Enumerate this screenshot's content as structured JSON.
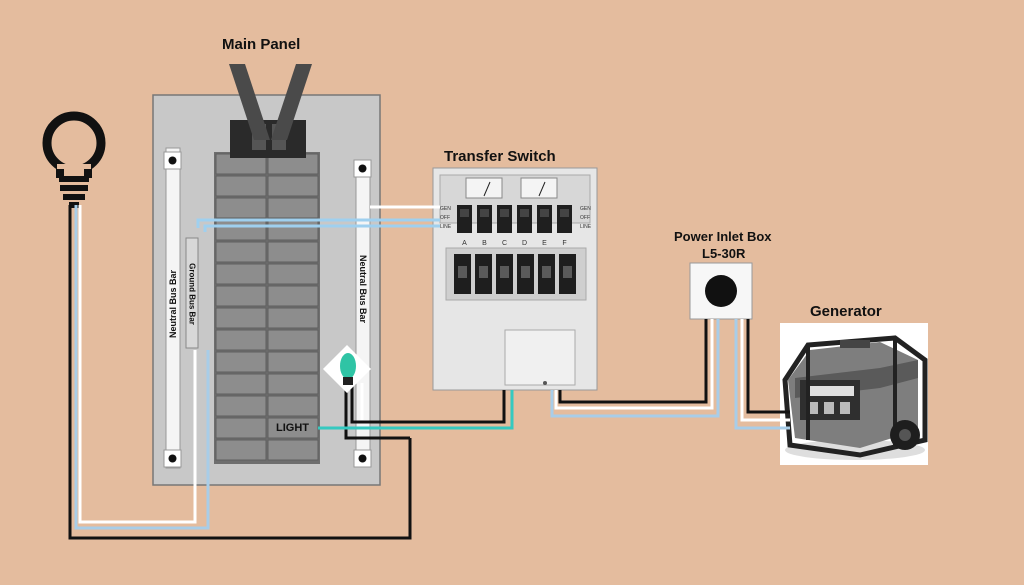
{
  "labels": {
    "main_panel": "Main Panel",
    "transfer_switch": "Transfer Switch",
    "power_inlet_box": "Power Inlet Box",
    "inlet_model": "L5-30R",
    "generator": "Generator",
    "neutral_bus_bar": "Neutral Bus Bar",
    "ground_bus_bar": "Ground Bus Bar",
    "light": "LIGHT"
  },
  "transfer_switch": {
    "circuit_letters": [
      "A",
      "B",
      "C",
      "D",
      "E",
      "F"
    ],
    "switch_side_labels": [
      "GEN",
      "OFF",
      "LINE"
    ]
  },
  "colors": {
    "background": "#e4bc9e",
    "hot_wire": "#111111",
    "neutral_wire": "#ffffff",
    "ground_wire": "#9fc8e6",
    "teal_wire": "#35c9c0",
    "panel_gray": "#c9c9c9",
    "breaker": "#8a8a8a"
  }
}
